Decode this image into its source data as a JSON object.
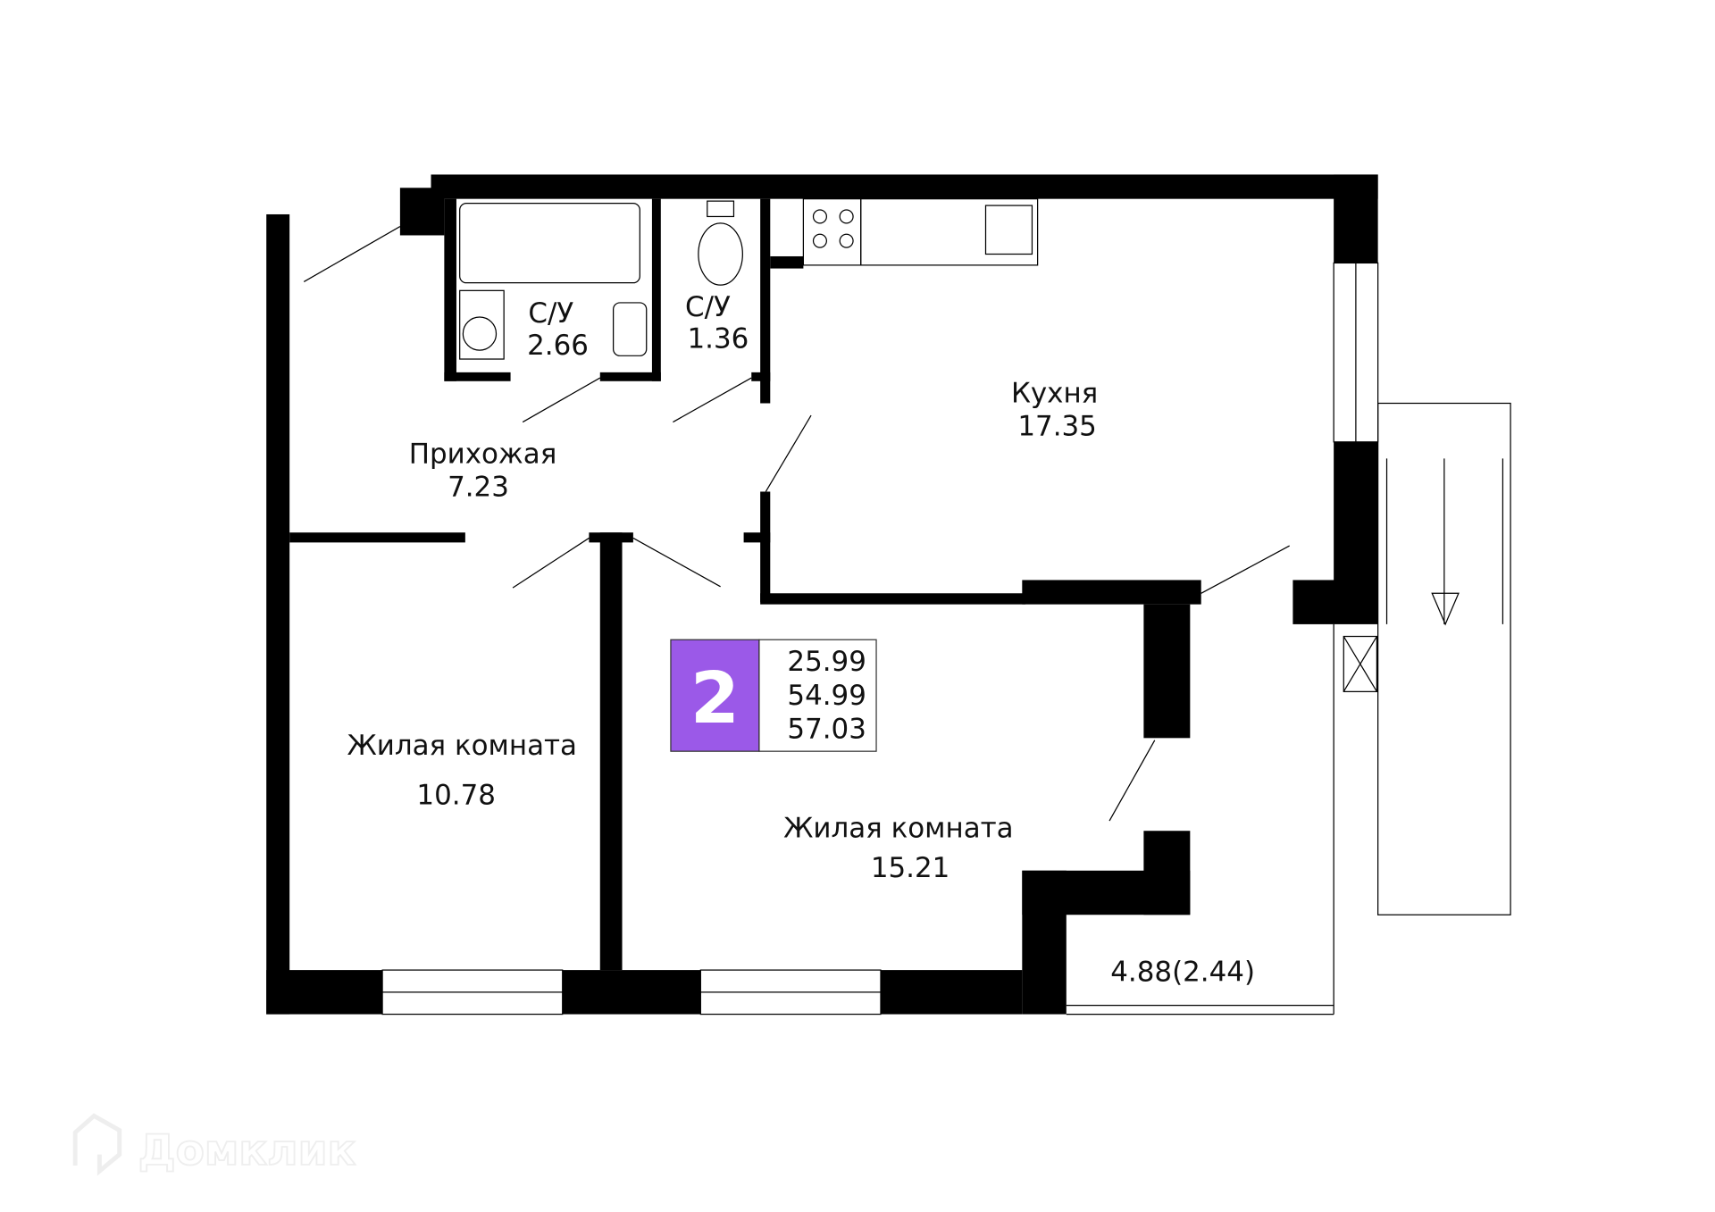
{
  "plan": {
    "rooms": [
      {
        "name": "С/У",
        "area": "2.66"
      },
      {
        "name": "С/У",
        "area": "1.36"
      },
      {
        "name": "Кухня",
        "area": "17.35"
      },
      {
        "name": "Прихожая",
        "area": "7.23"
      },
      {
        "name": "Жилая комната",
        "area": "10.78"
      },
      {
        "name": "Жилая комната",
        "area": "15.21"
      }
    ],
    "balcony": "4.88(2.44)",
    "badge": {
      "rooms_count": "2",
      "living_area": "25.99",
      "total_area": "54.99",
      "total_with_balcony": "57.03",
      "color": "#9b59e8"
    }
  },
  "watermark": "Домклик"
}
